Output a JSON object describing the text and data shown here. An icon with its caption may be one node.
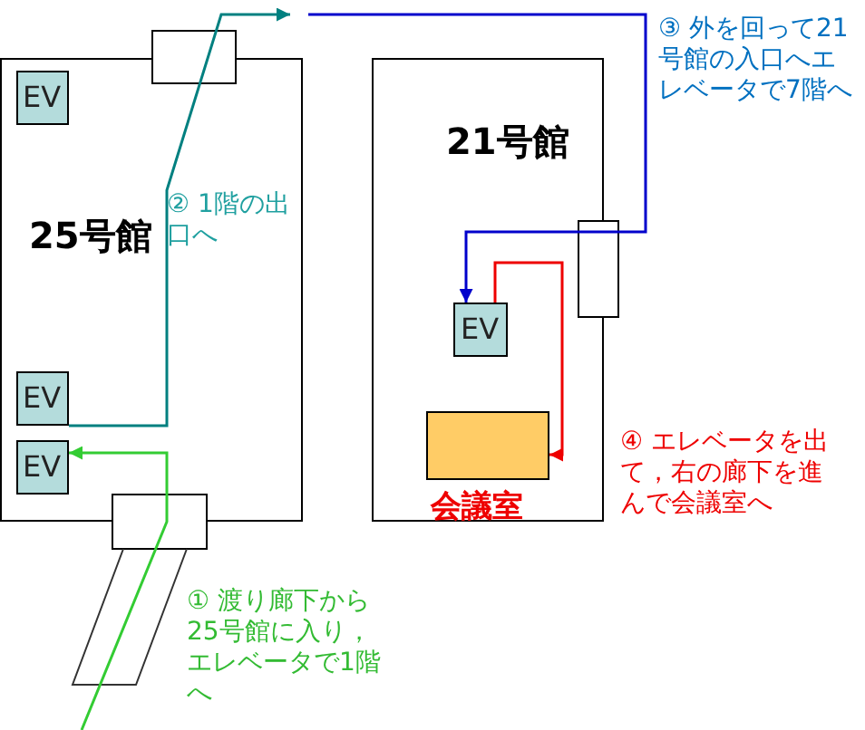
{
  "diagram": {
    "nodes": [
      {
        "text": [
          "25号館"
        ]
      },
      {
        "text": [
          "EV"
        ],
        "in": 0
      },
      {
        "text": [
          "EV"
        ],
        "in": 0
      },
      {
        "text": [
          "EV"
        ],
        "in": 0
      },
      {
        "text": [
          "21号館"
        ]
      },
      {
        "text": [
          "EV"
        ],
        "in": 4
      },
      {
        "text": [
          "会議室"
        ],
        "in": 4
      }
    ],
    "edges": [
      {
        "from": null,
        "to": 3,
        "arrow": "to",
        "color": "#33cc33"
      },
      {
        "from": 2,
        "to": null,
        "arrow": "to",
        "color": "#008080"
      },
      {
        "from": null,
        "to": 5,
        "arrow": "to",
        "color": "#0000cc"
      },
      {
        "from": 5,
        "to": 6,
        "arrow": "to",
        "color": "#ee0000"
      }
    ],
    "labels": [
      "② 1階の出口へ",
      "③ 外を回って21号館の入口へエレベータで7階へ",
      "④ エレベータを出て，右の廊下を進んで会議室へ",
      "① 渡り廊下から25号館に入り，エレベータで1階へ"
    ]
  }
}
